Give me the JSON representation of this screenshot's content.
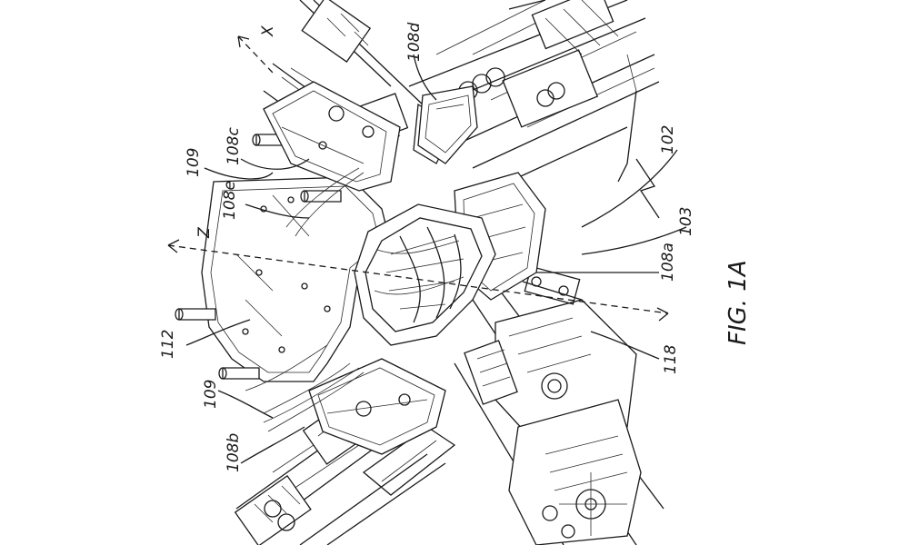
{
  "figure": {
    "caption": "FIG. 1A"
  },
  "reference_labels": {
    "r102": "102",
    "r103": "103",
    "r108a": "108a",
    "r108b": "108b",
    "r108c": "108c",
    "r108d": "108d",
    "r108e": "108e",
    "r109_top": "109",
    "r109_bottom": "109",
    "r112": "112",
    "r118": "118"
  },
  "axes": {
    "x_label": "X",
    "z_label": "Z"
  }
}
